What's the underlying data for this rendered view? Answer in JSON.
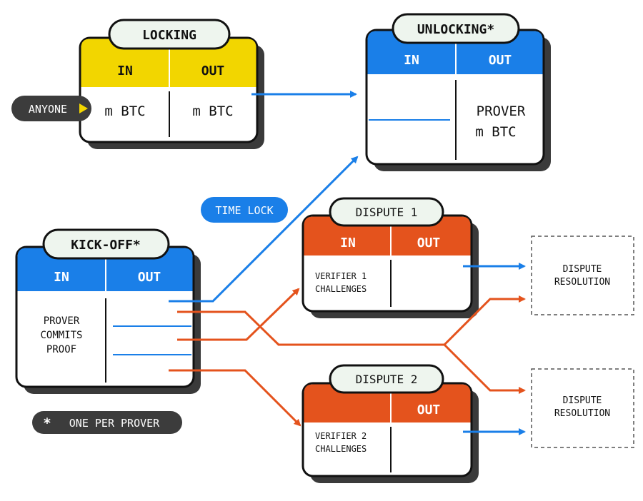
{
  "colors": {
    "ink": "#111111",
    "shadow": "#3a3a3a",
    "yellow": "#f2d600",
    "blue": "#1a7fe8",
    "orange": "#e4531d",
    "white": "#ffffff",
    "pill_bg": "#eef5ee",
    "badge_dark": "#3c3c3c"
  },
  "locking": {
    "title": "LOCKING",
    "in_header": "IN",
    "out_header": "OUT",
    "in_value": "m BTC",
    "out_value": "m BTC",
    "anyone_label": "ANYONE"
  },
  "unlocking": {
    "title": "UNLOCKING*",
    "in_header": "IN",
    "out_header": "OUT",
    "out_line1": "PROVER",
    "out_line2": "m BTC"
  },
  "kickoff": {
    "title": "KICK-OFF*",
    "in_header": "IN",
    "out_header": "OUT",
    "in_line1": "PROVER",
    "in_line2": "COMMITS",
    "in_line3": "PROOF"
  },
  "dispute1": {
    "title": "DISPUTE 1",
    "in_header": "IN",
    "out_header": "OUT",
    "in_line1": "VERIFIER 1",
    "in_line2": "CHALLENGES"
  },
  "dispute2": {
    "title": "DISPUTE 2",
    "out_header": "OUT",
    "in_line1": "VERIFIER 2",
    "in_line2": "CHALLENGES"
  },
  "resolution1": {
    "line1": "DISPUTE",
    "line2": "RESOLUTION"
  },
  "resolution2": {
    "line1": "DISPUTE",
    "line2": "RESOLUTION"
  },
  "time_lock": "TIME LOCK",
  "footnote": {
    "star": "*",
    "text": "ONE PER PROVER"
  }
}
